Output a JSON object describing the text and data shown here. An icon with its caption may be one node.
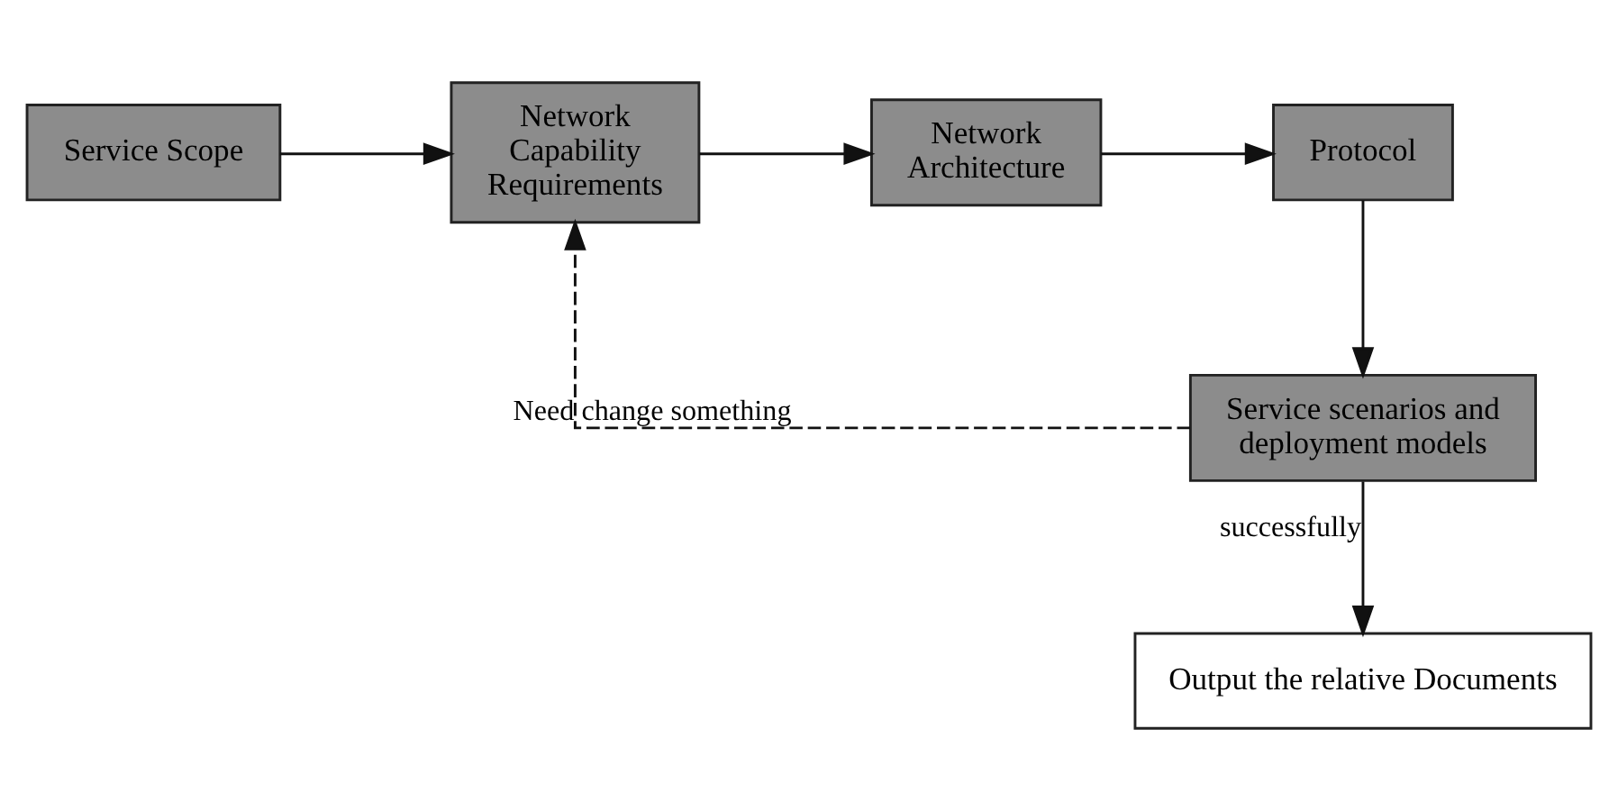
{
  "diagram": {
    "nodes": [
      {
        "text": [
          "Service Scope"
        ]
      },
      {
        "text": [
          "Network Capability Requirements"
        ]
      },
      {
        "text": [
          "Network Architecture"
        ]
      },
      {
        "text": [
          "Protocol"
        ]
      },
      {
        "text": [
          "Service scenarios and deployment models"
        ]
      },
      {
        "text": [
          "Output the relative Documents"
        ]
      }
    ],
    "edges": [
      {
        "from": 0,
        "to": 1,
        "arrow": "to"
      },
      {
        "from": 1,
        "to": 2,
        "arrow": "to"
      },
      {
        "from": 2,
        "to": 3,
        "arrow": "to"
      },
      {
        "from": 3,
        "to": 4,
        "arrow": "to"
      },
      {
        "from": 4,
        "to": 1,
        "arrow": "to",
        "style": "dashed",
        "label": "Need change something"
      },
      {
        "from": 4,
        "to": 5,
        "arrow": "to",
        "label": "successfully"
      }
    ]
  }
}
